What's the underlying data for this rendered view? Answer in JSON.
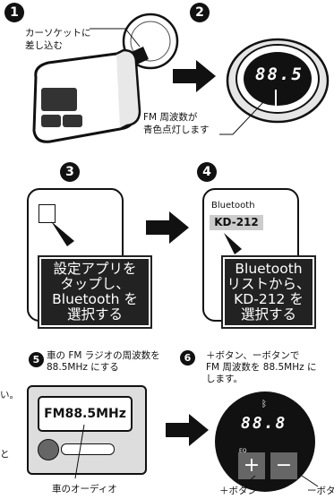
{
  "steps": {
    "s1": {
      "num": "1",
      "label": "カーソケットに\n差し込む"
    },
    "s2": {
      "num": "2",
      "label": "FM 周波数が\n青色点灯します",
      "display": "88.5"
    },
    "s3": {
      "num": "3",
      "overlay": "設定アプリを\nタップし、\nBluetooth を\n選択する"
    },
    "s4": {
      "num": "4",
      "header": "Bluetooth",
      "device": "KD-212",
      "overlay": "Bluetooth\nリストから、\nKD-212 を\n選択する"
    },
    "s5": {
      "num": "5",
      "caption": "車の FM ラジオの周波数を\n88.5MHz にする",
      "radio_display": "FM88.5MHz",
      "radio_label": "車のオーディオ"
    },
    "s6": {
      "num": "6",
      "caption": "＋ボタン、ーボタンで\nFM 周波数を 88.5MHz に\nします。",
      "display": "88.8",
      "plus": "+",
      "minus": "−",
      "eq": "EQ",
      "plus_label": "＋ボタン",
      "minus_label": "ーボタン"
    }
  },
  "edge_fragments": {
    "left1": "い。",
    "left2": "と"
  }
}
